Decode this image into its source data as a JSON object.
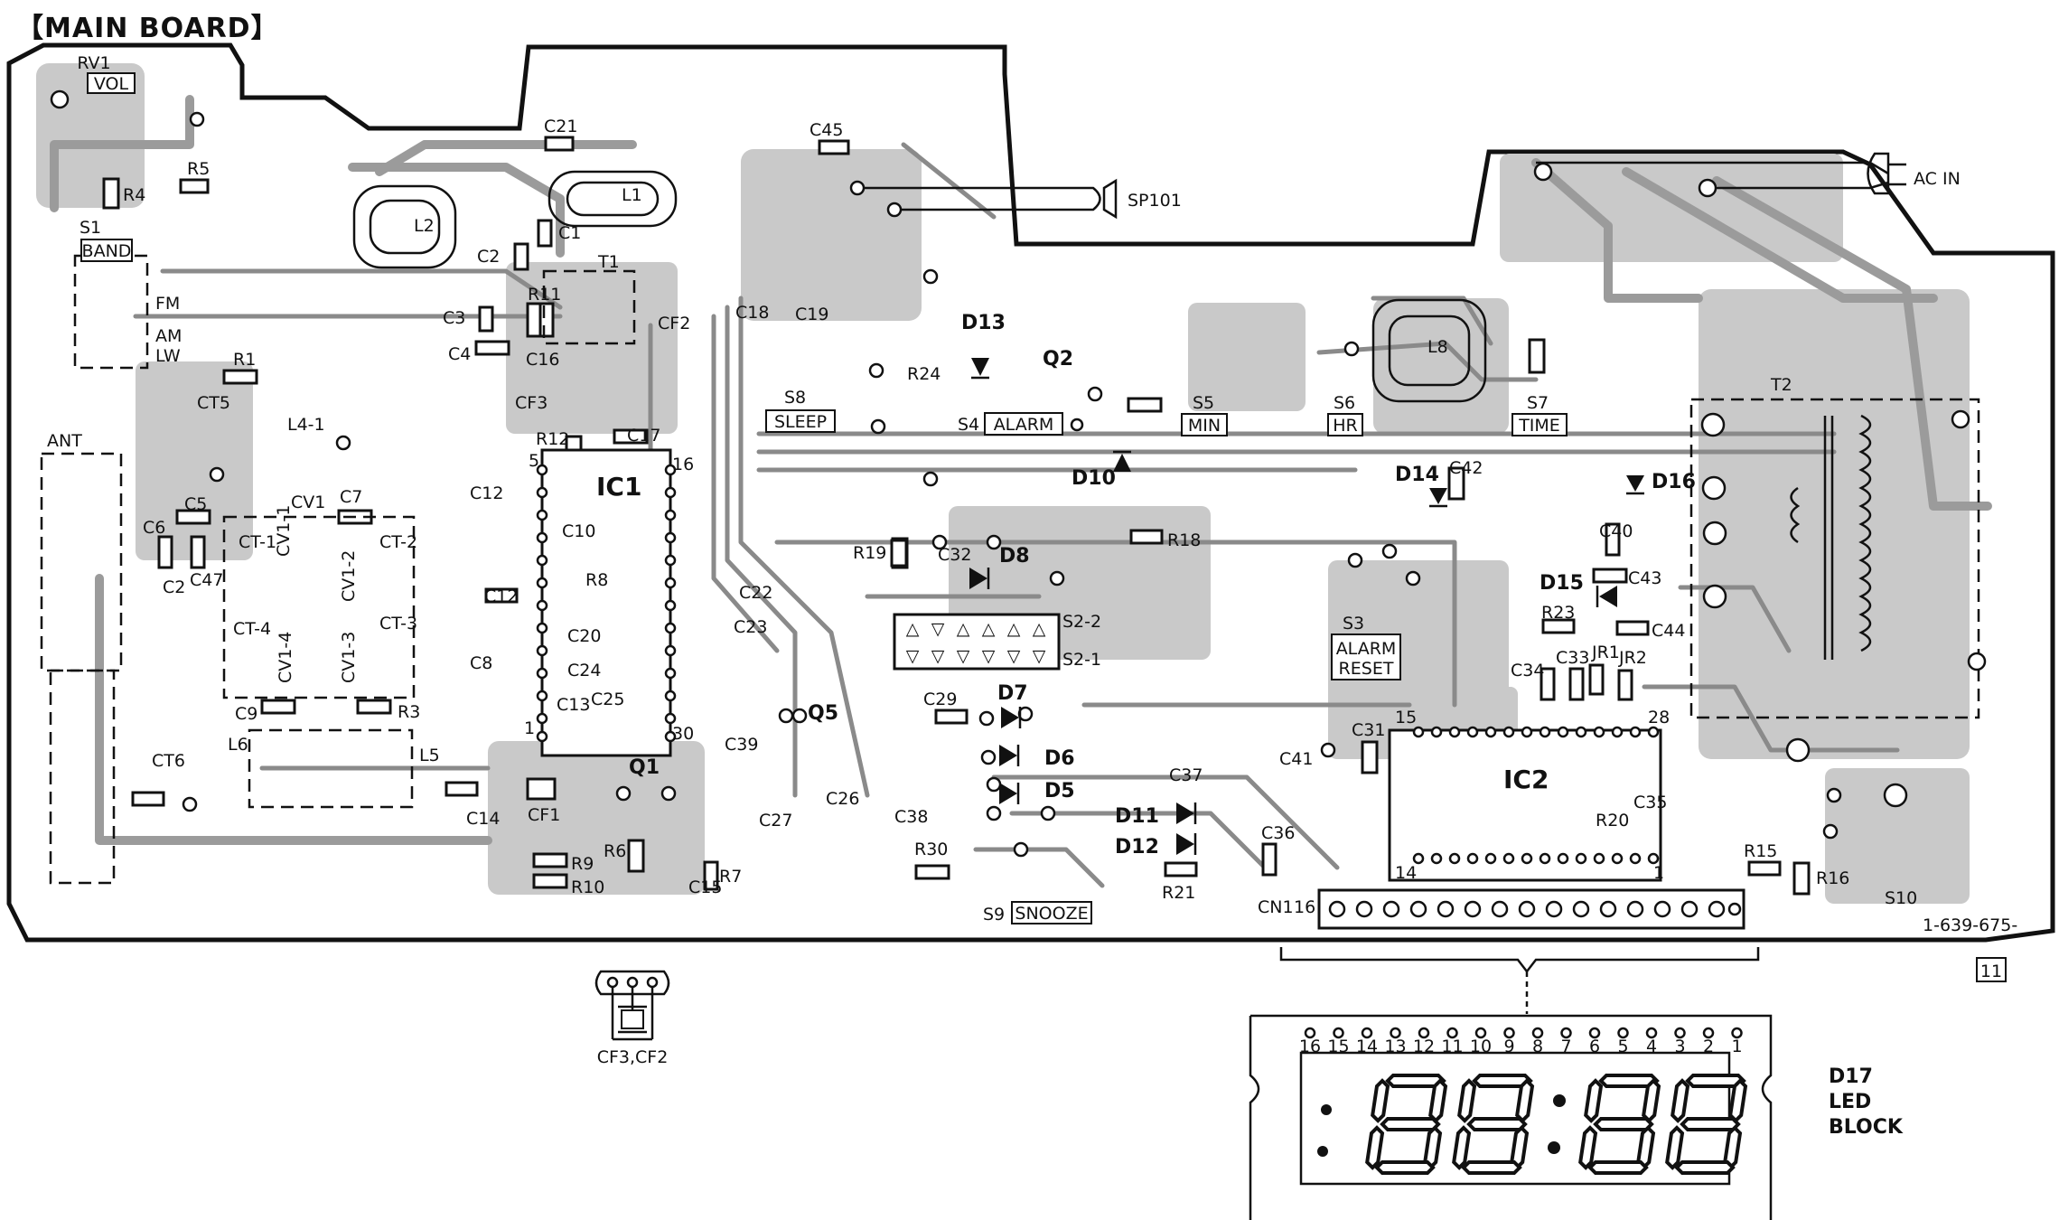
{
  "title": "【MAIN BOARD】",
  "board": {
    "part_number": "1-639-675-",
    "page_marker": "11",
    "labels": {
      "rv1": "RV1",
      "vol": "VOL",
      "r5": "R5",
      "r4": "R4",
      "s1": "S1",
      "band": "BAND",
      "fm": "FM",
      "am": "AM",
      "lw": "LW",
      "c21": "C21",
      "c45": "C45",
      "l1": "L1",
      "l2": "L2",
      "c2": "C2",
      "c1": "C1",
      "sp101": "SP101",
      "ac_in": "AC IN",
      "t1": "T1",
      "r11": "R11",
      "c3": "C3",
      "c4": "C4",
      "c16": "C16",
      "cf3": "CF3",
      "cf2": "CF2",
      "c18": "C18",
      "c19": "C19",
      "d13": "D13",
      "q2": "Q2",
      "r24": "R24",
      "l8": "L8",
      "r1": "R1",
      "ct5": "CT5",
      "l4_1": "L4-1",
      "ant": "ANT",
      "r12": "R12",
      "c17": "C17",
      "ic1": "IC1",
      "ic1_pin5": "5",
      "ic1_pin16": "16",
      "ic1_pin1": "1",
      "ic1_pin30": "30",
      "s8": "S8",
      "sleep": "SLEEP",
      "s4": "S4",
      "alarm": "ALARM",
      "s5": "S5",
      "min": "MIN",
      "s6": "S6",
      "hr": "HR",
      "s7": "S7",
      "time": "TIME",
      "t2": "T2",
      "d10": "D10",
      "r18": "R18",
      "d14": "D14",
      "c42": "C42",
      "d16": "D16",
      "c5": "C5",
      "c7": "C7",
      "cv1": "CV1",
      "c6": "C6",
      "c47": "C47",
      "c12": "C12",
      "c10": "C10",
      "ct1": "CT-1",
      "ct2": "CT-2",
      "ct3": "CT-3",
      "ct4": "CT-4",
      "cv1_1": "CV1-1",
      "cv1_2": "CV1-2",
      "cv1_3": "CV1-3",
      "cv1_4": "CV1-4",
      "r19": "R19",
      "c32": "C32",
      "d8": "D8",
      "c40": "C40",
      "d15": "D15",
      "c43": "C43",
      "c22": "C22",
      "r8": "R8",
      "c23": "C23",
      "s2_2": "S2-2",
      "s2_1": "S2-1",
      "s3": "S3",
      "alarm_reset_1": "ALARM",
      "alarm_reset_2": "RESET",
      "r23": "R23",
      "c44": "C44",
      "c33": "C33",
      "jr1": "JR1",
      "jr2": "JR2",
      "c34": "C34",
      "c20": "C20",
      "c24": "C24",
      "c25": "C25",
      "c8": "C8",
      "c9": "C9",
      "r3": "R3",
      "c13": "C13",
      "c29": "C29",
      "d7": "D7",
      "q5": "Q5",
      "c39": "C39",
      "c31": "C31",
      "c41": "C41",
      "ic2": "IC2",
      "ic2_pin15": "15",
      "ic2_pin28": "28",
      "ic2_pin14": "14",
      "ic2_pin1": "1",
      "ct6": "CT6",
      "l6": "L6",
      "l5": "L5",
      "q1": "Q1",
      "cf1": "CF1",
      "c26": "C26",
      "c27": "C27",
      "c38": "C38",
      "d6": "D6",
      "d5": "D5",
      "c37": "C37",
      "d11": "D11",
      "d12": "D12",
      "c36": "C36",
      "r20": "R20",
      "c35": "C35",
      "c14": "C14",
      "r6": "R6",
      "c15": "C15",
      "r9": "R9",
      "r7": "R7",
      "r10": "R10",
      "r30": "R30",
      "r21": "R21",
      "cn1": "CN1",
      "cn1_pin16": "16",
      "s9": "S9",
      "snooze": "SNOOZE",
      "r15": "R15",
      "r16": "R16",
      "s10": "S10"
    }
  },
  "inset": {
    "label": "CF3,CF2"
  },
  "led_block": {
    "label_lines": [
      "D17",
      "LED",
      "BLOCK"
    ],
    "pins": [
      "16",
      "15",
      "14",
      "13",
      "12",
      "11",
      "10",
      "9",
      "8",
      "7",
      "6",
      "5",
      "4",
      "3",
      "2",
      "1"
    ],
    "digits": "88:88"
  }
}
